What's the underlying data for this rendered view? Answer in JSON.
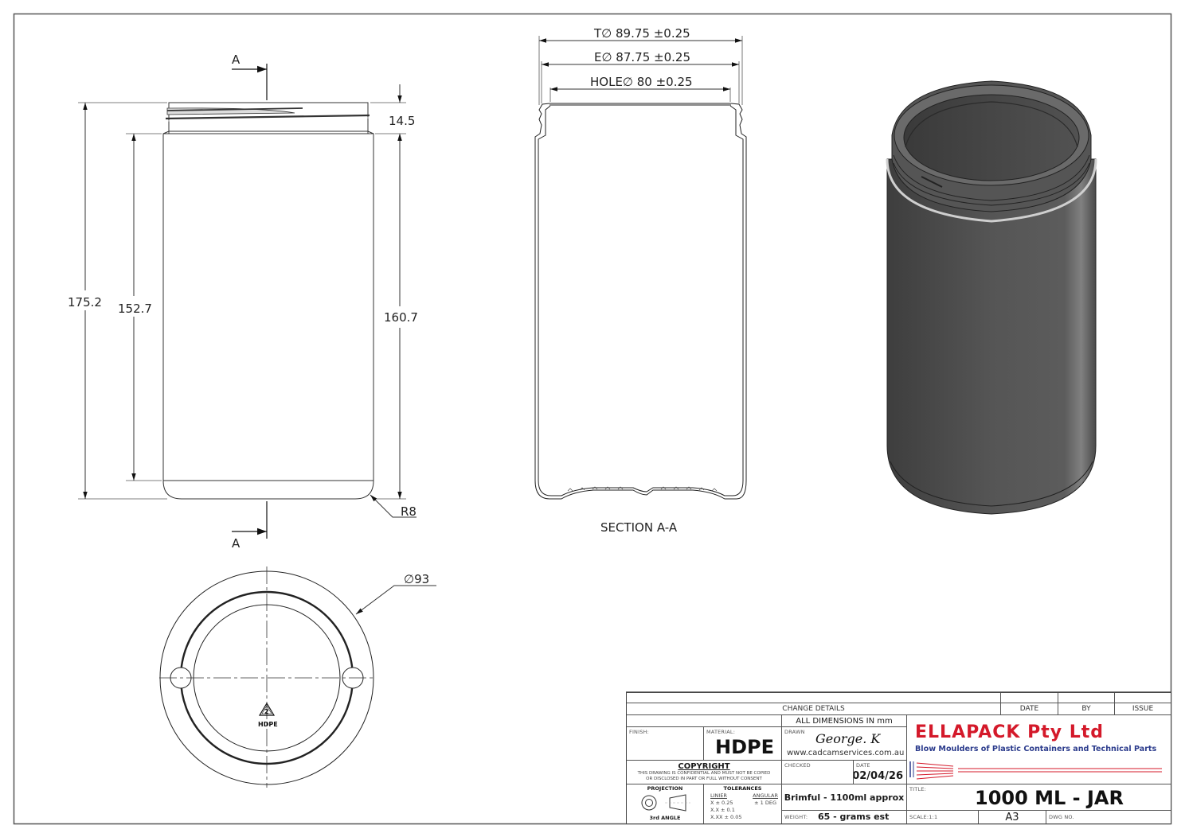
{
  "drawing": {
    "front_view": {
      "section_marker_top": "A",
      "section_marker_bottom": "A",
      "dim_overall_height": "175.2",
      "dim_body_height": "152.7",
      "dim_body_to_base": "160.7",
      "dim_neck_height": "14.5",
      "dim_base_radius": "R8"
    },
    "section_view": {
      "dim_t": "T∅ 89.75 ±0.25",
      "dim_e": "E∅ 87.75 ±0.25",
      "dim_hole": "HOLE∅ 80 ±0.25",
      "label": "SECTION A-A"
    },
    "bottom_view": {
      "dim_diameter": "∅93",
      "recycle_code": "2",
      "recycle_label": "HDPE"
    },
    "isometric_view": {
      "color": "#4a4a4a"
    }
  },
  "title_block": {
    "change_details": "CHANGE DETAILS",
    "date_header": "DATE",
    "by_header": "BY",
    "issue_header": "ISSUE",
    "all_dimensions": "ALL DIMENSIONS IN mm",
    "finish_label": "FINISH:",
    "finish_value": "",
    "material_label": "MATERIAL:",
    "material_value": "HDPE",
    "drawn_label": "DRAWN",
    "drawn_by": "George. K",
    "website": "www.cadcamservices.com.au",
    "copyright_title": "COPYRIGHT",
    "copyright_line1": "THIS DRAWING IS CONFIDENTIAL AND MUST NOT BE COPIED",
    "copyright_line2": "OR DISCLOSED IN PART OR FULL WITHOUT CONSENT",
    "checked_label": "CHECKED",
    "date_label": "DATE",
    "date_value": "02/04/26",
    "projection_label": "PROJECTION",
    "projection_value": "3rd ANGLE",
    "tolerances_label": "TOLERANCES",
    "linear_label": "LINIER",
    "angular_label": "ANGULAR",
    "tol_x": "X ± 0.25",
    "tol_xx": "X.X ± 0.1",
    "tol_xxx": "X.XX ± 0.05",
    "tol_angular": "± 1 DEG",
    "capacity_note": "Brimful - 1100ml approx",
    "weight_label": "WEIGHT:",
    "weight_value": "65 - grams est",
    "company_name": "ELLAPACK Pty Ltd",
    "company_tagline": "Blow Moulders of Plastic Containers and Technical Parts",
    "brand_red": "#d4192a",
    "brand_blue": "#2b3b8c",
    "title_label": "TITLE:",
    "title_value": "1000 ML - JAR",
    "scale_label": "SCALE:1:1",
    "sheet_size": "A3",
    "dwg_no_label": "DWG NO."
  }
}
